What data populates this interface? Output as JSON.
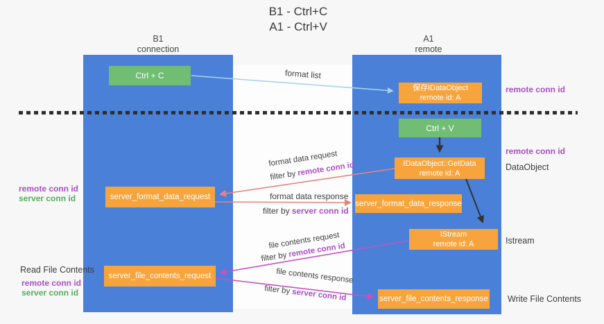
{
  "title": {
    "line1": "B1 - Ctrl+C",
    "line2": "A1 - Ctrl+V"
  },
  "lanes": {
    "left": {
      "name": "B1",
      "role": "connection"
    },
    "right": {
      "name": "A1",
      "role": "remote"
    }
  },
  "nodes": {
    "ctrl_c": {
      "label": "Ctrl + C"
    },
    "ctrl_v": {
      "label": "Ctrl + V"
    },
    "save_idataobject": {
      "line1": "保存IDataObject",
      "line2": "remote id: A"
    },
    "idataobject_getdata": {
      "line1": "IDataObject::GetData",
      "line2": "remote id: A"
    },
    "istream": {
      "line1": "IStream",
      "line2": "remote id: A"
    },
    "server_format_data_request": {
      "label": "server_format_data_request"
    },
    "server_format_data_response": {
      "label": "server_format_data_response"
    },
    "server_file_contents_request": {
      "label": "server_file_contents_request"
    },
    "server_file_contents_response": {
      "label": "server_file_contents_response"
    }
  },
  "edges": {
    "format_list": {
      "label": "format list"
    },
    "format_data_request": {
      "label": "format data request",
      "filter_prefix": "filter by",
      "filter_key": "remote conn id"
    },
    "format_data_response": {
      "label": "format data response",
      "filter_prefix": "filter by",
      "filter_key": "server conn id"
    },
    "file_contents_request": {
      "label": "file contents request",
      "filter_prefix": "filter by",
      "filter_key": "remote conn id"
    },
    "file_contents_response": {
      "label": "file contents response",
      "filter_prefix": "filter by",
      "filter_key": "server conn id"
    }
  },
  "annotations": {
    "right_top_remote_conn_id": "remote conn id",
    "right_mid_remote_conn_id": "remote conn id",
    "right_dataobject": "DataObject",
    "right_istream": "Istream",
    "right_write_file_contents": "Write File Contents",
    "left_read_file_contents": "Read File Contents",
    "left_mid_remote_conn_id": "remote conn id",
    "left_mid_server_conn_id": "server conn id",
    "left_bottom_remote_conn_id": "remote conn id",
    "left_bottom_server_conn_id": "server conn id"
  },
  "colors": {
    "lane_blue": "#4a80d8",
    "box_orange": "#f8a43d",
    "box_green": "#71bd74",
    "arrow_light_blue": "#a9d2ec",
    "arrow_salmon": "#e8837c",
    "arrow_magenta": "#c94fc3",
    "arrow_black": "#333333",
    "text_purple": "#a94fc5",
    "text_green": "#55ad5c",
    "text_dark": "#3c3c3c"
  }
}
